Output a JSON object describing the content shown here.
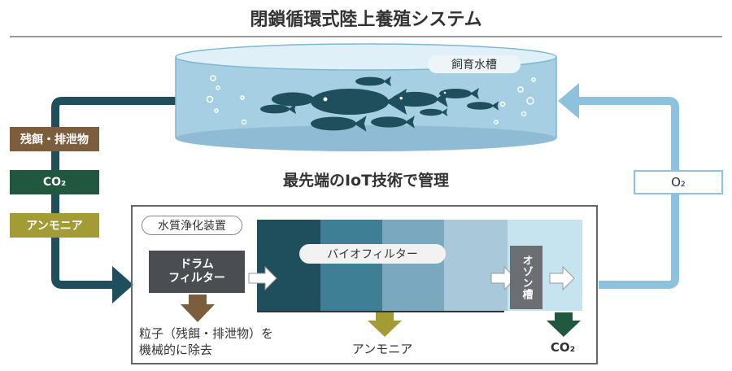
{
  "title": "閉鎖循環式陸上養殖システム",
  "subtitle": "最先端のIoT技術で管理",
  "tank": {
    "label": "飼育水槽"
  },
  "left_outputs": [
    {
      "label": "残餌・排泄物",
      "color": "#7d5e3c"
    },
    {
      "label": "CO₂",
      "color": "#20573e"
    },
    {
      "label": "アンモニア",
      "color": "#a39b34"
    }
  ],
  "right_input": {
    "label": "O₂",
    "color": "#8cc2de"
  },
  "unit": {
    "label": "水質浄化装置",
    "drum_filter": "ドラム\nフィルター",
    "bio_filter": "バイオフィルター",
    "ozone": "オゾン槽",
    "stage_colors": [
      "#1f4e5c",
      "#3f7f96",
      "#7aa8bf",
      "#a9c9db",
      "#c6e3f0"
    ]
  },
  "removals": {
    "particles": "粒子（残餌・排泄物）を\n機械的に除去",
    "ammonia": "アンモニア",
    "co2": "CO₂"
  },
  "colors": {
    "return_pipe": "#1f4e5c",
    "supply_pipe": "#8cc2de",
    "water": "#a7cfe4",
    "fish": "#1f4e5c"
  }
}
